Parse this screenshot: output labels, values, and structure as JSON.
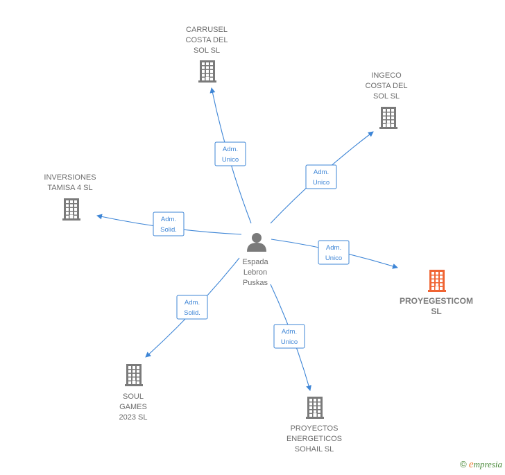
{
  "center": {
    "name_lines": [
      "Espada",
      "Lebron",
      "Puskas"
    ],
    "icon": "person-icon"
  },
  "colors": {
    "edge": "#3d85d6",
    "building": "#7a7a7a",
    "highlight_building": "#f06433",
    "text": "#6b6b6b"
  },
  "companies": [
    {
      "id": "carrusel",
      "lines": [
        "CARRUSEL",
        "COSTA DEL",
        "SOL  SL"
      ],
      "role": [
        "Adm.",
        "Unico"
      ],
      "highlight": false,
      "icon": "building-icon"
    },
    {
      "id": "ingeco",
      "lines": [
        "INGECO",
        "COSTA DEL",
        "SOL  SL"
      ],
      "role": [
        "Adm.",
        "Unico"
      ],
      "highlight": false,
      "icon": "building-icon"
    },
    {
      "id": "inversiones",
      "lines": [
        "INVERSIONES",
        "TAMISA 4  SL"
      ],
      "role": [
        "Adm.",
        "Solid."
      ],
      "highlight": false,
      "icon": "building-icon"
    },
    {
      "id": "proyegesticom",
      "lines": [
        "PROYEGESTICOM",
        "SL"
      ],
      "role": [
        "Adm.",
        "Unico"
      ],
      "highlight": true,
      "icon": "building-icon"
    },
    {
      "id": "soul",
      "lines": [
        "SOUL",
        "GAMES",
        "2023  SL"
      ],
      "role": [
        "Adm.",
        "Solid."
      ],
      "highlight": false,
      "icon": "building-icon"
    },
    {
      "id": "proyectos",
      "lines": [
        "PROYECTOS",
        "ENERGETICOS",
        "SOHAIL SL"
      ],
      "role": [
        "Adm.",
        "Unico"
      ],
      "highlight": false,
      "icon": "building-icon"
    }
  ],
  "footer": {
    "copyright_symbol": "©",
    "brand_initial": "e",
    "brand_rest": "mpresia"
  }
}
